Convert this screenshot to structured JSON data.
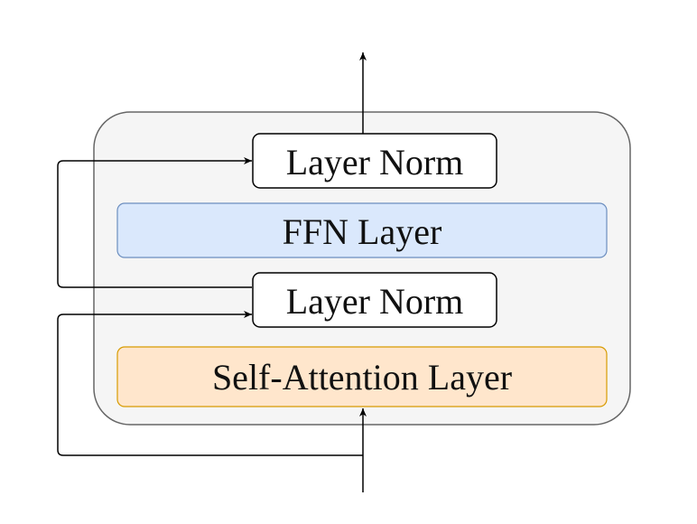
{
  "diagram": {
    "blocks": {
      "top_norm": "Layer Norm",
      "ffn": "FFN Layer",
      "bottom_norm": "Layer Norm",
      "attention": "Self-Attention Layer"
    },
    "colors": {
      "container_fill": "#f5f5f5",
      "container_stroke": "#666666",
      "norm_fill": "#ffffff",
      "norm_stroke": "#000000",
      "ffn_fill": "#dae8fc",
      "ffn_stroke": "#6c8ebf",
      "attention_fill": "#ffe6cc",
      "attention_stroke": "#d79b00",
      "line": "#000000"
    }
  }
}
